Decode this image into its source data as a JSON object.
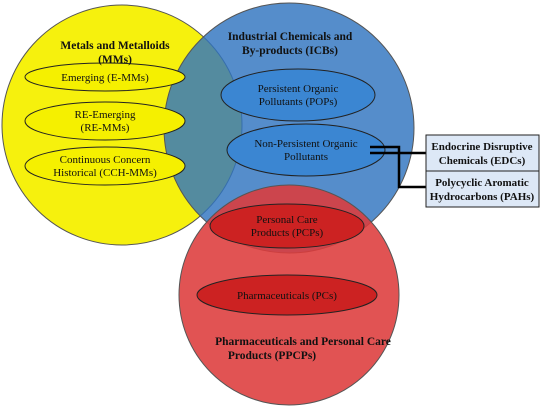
{
  "groups": {
    "mms": {
      "title_line1": "Metals and Metalloids",
      "title_line2": "(MMs)",
      "items": [
        {
          "line1": "Emerging (E-MMs)",
          "line2": ""
        },
        {
          "line1": "RE-Emerging",
          "line2": "(RE-MMs)"
        },
        {
          "line1": "Continuous Concern",
          "line2": "Historical (CCH-MMs)"
        }
      ],
      "color": "#f5f000"
    },
    "icbs": {
      "title_line1": "Industrial Chemicals and",
      "title_line2": "By-products (ICBs)",
      "items": [
        {
          "line1": "Persistent Organic",
          "line2": "Pollutants (POPs)"
        },
        {
          "line1": "Non-Persistent Organic",
          "line2": "Pollutants"
        }
      ],
      "color": "#3b7fc4"
    },
    "ppcps": {
      "title_line1": "Pharmaceuticals and Personal Care",
      "title_line2": "Products (PPCPs)",
      "items": [
        {
          "line1": "Personal Care",
          "line2": "Products (PCPs)"
        },
        {
          "line1": "Pharmaceuticals (PCs)",
          "line2": ""
        }
      ],
      "color": "#dd3b3b"
    }
  },
  "subgroups": [
    {
      "line1": "Endocrine Disruptive",
      "line2": "Chemicals (EDCs)"
    },
    {
      "line1": "Polycyclic Aromatic",
      "line2": "Hydrocarbons (PAHs)"
    }
  ]
}
